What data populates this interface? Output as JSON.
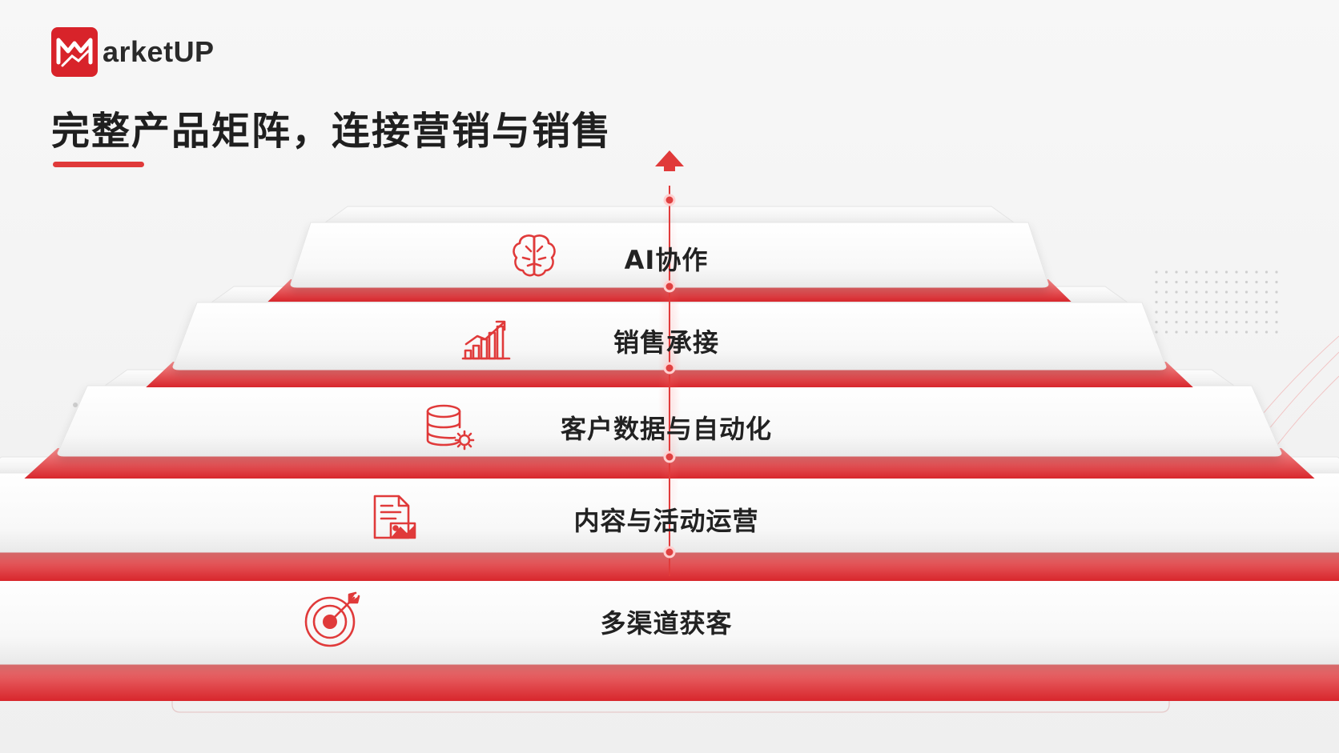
{
  "brand": {
    "name": "arketUP",
    "color": "#d8232a"
  },
  "headline": "完整产品矩阵，连接营销与销售",
  "accent_color": "#e03a3a",
  "tiers": [
    {
      "label": "AI协作",
      "icon": "brain-icon"
    },
    {
      "label": "销售承接",
      "icon": "growth-chart-icon"
    },
    {
      "label": "客户数据与自动化",
      "icon": "database-gear-icon"
    },
    {
      "label": "内容与活动运营",
      "icon": "document-image-icon"
    },
    {
      "label": "多渠道获客",
      "icon": "target-arrow-icon"
    }
  ]
}
